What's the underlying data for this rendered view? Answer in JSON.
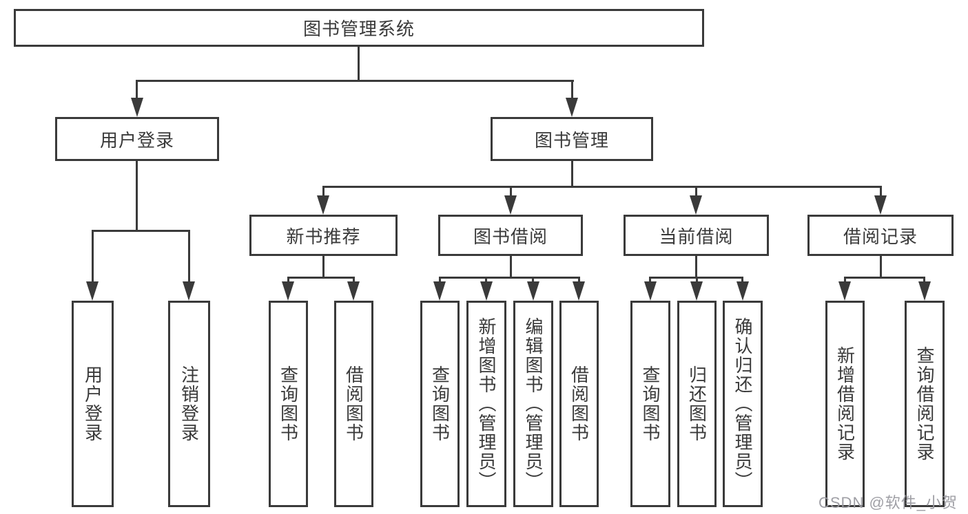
{
  "tree": {
    "label": "图书管理系统",
    "children": [
      {
        "label": "用户登录",
        "children": [
          {
            "label": "用户登录"
          },
          {
            "label": "注销登录"
          }
        ]
      },
      {
        "label": "图书管理",
        "children": [
          {
            "label": "新书推荐",
            "children": [
              {
                "label": "查询图书"
              },
              {
                "label": "借阅图书"
              }
            ]
          },
          {
            "label": "图书借阅",
            "children": [
              {
                "label": "查询图书"
              },
              {
                "label": "新增图书（管理员）"
              },
              {
                "label": "编辑图书（管理员）"
              },
              {
                "label": "借阅图书"
              }
            ]
          },
          {
            "label": "当前借阅",
            "children": [
              {
                "label": "查询图书"
              },
              {
                "label": "归还图书"
              },
              {
                "label": "确认归还（管理员）"
              }
            ]
          },
          {
            "label": "借阅记录",
            "children": [
              {
                "label": "新增借阅记录"
              },
              {
                "label": "查询借阅记录"
              }
            ]
          }
        ]
      }
    ]
  },
  "watermark": "CSDN @软件_小贺同学",
  "colors": {
    "line": "#3a3a3a",
    "text": "#3a3a3a",
    "background": "#ffffff",
    "watermark": "#9a9aa0"
  }
}
